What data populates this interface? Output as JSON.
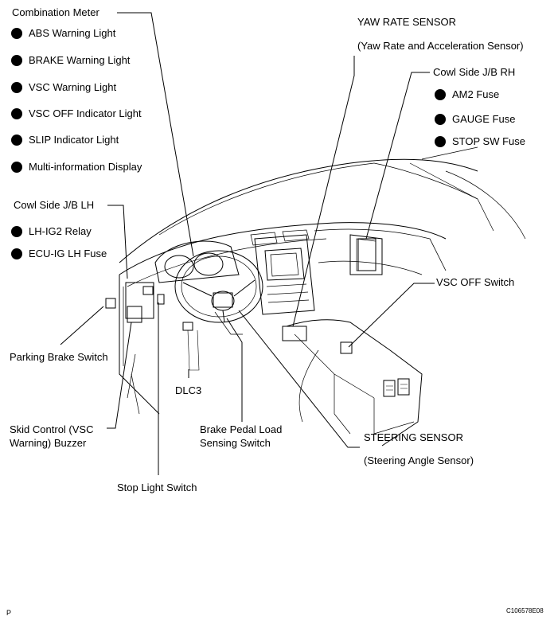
{
  "labels": {
    "combination_meter": "Combination Meter",
    "combination_meter_items": [
      "ABS Warning Light",
      "BRAKE Warning Light",
      "VSC Warning Light",
      "VSC OFF Indicator Light",
      "SLIP Indicator Light",
      "Multi-information Display"
    ],
    "yaw_rate_sensor": "YAW RATE SENSOR",
    "yaw_rate_sub": "(Yaw Rate and Acceleration Sensor)",
    "cowl_rh": "Cowl Side J/B RH",
    "cowl_rh_items": [
      "AM2 Fuse",
      "GAUGE Fuse",
      "STOP SW Fuse"
    ],
    "cowl_lh": "Cowl Side J/B LH",
    "cowl_lh_items": [
      "LH-IG2 Relay",
      "ECU-IG LH Fuse"
    ],
    "vsc_off_switch": "VSC OFF Switch",
    "parking_brake_switch": "Parking Brake Switch",
    "dlc3": "DLC3",
    "skid_control_line1": "Skid Control (VSC",
    "skid_control_line2": "Warning) Buzzer",
    "brake_pedal_line1": "Brake Pedal Load",
    "brake_pedal_line2": "Sensing Switch",
    "steering_sensor": "STEERING SENSOR",
    "steering_sub": "(Steering Angle Sensor)",
    "stop_light_switch": "Stop Light Switch",
    "corner_left": "P",
    "figure_code": "C106578E08"
  }
}
